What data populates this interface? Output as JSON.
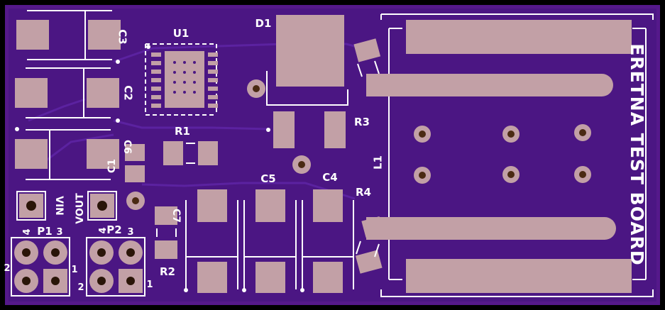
{
  "board": {
    "title": "ERETNA TEST BOARD",
    "colors": {
      "background": "#000000",
      "board": "#55198b",
      "copper_pour": "#4b1683",
      "pad": "#c2a0a6",
      "silkscreen": "#ffffff",
      "drill": "#4a2a13"
    }
  },
  "labels": {
    "c3": "C3",
    "c2": "C2",
    "c1": "C1",
    "c6": "C6",
    "c7": "C7",
    "c5": "C5",
    "c4": "C4",
    "u1": "U1",
    "d1": "D1",
    "r1": "R1",
    "r2": "R2",
    "r3": "R3",
    "r4": "R4",
    "l1": "L1",
    "vin": "VIN",
    "vout": "VOUT",
    "p1": "P1",
    "p2": "P2",
    "p1_pin4": "4",
    "p1_pin3": "3",
    "p1_pin2": "2",
    "p1_pin1": "1",
    "p2_pin4": "4",
    "p2_pin3": "3",
    "p2_pin2": "2",
    "p2_pin1": "1"
  }
}
